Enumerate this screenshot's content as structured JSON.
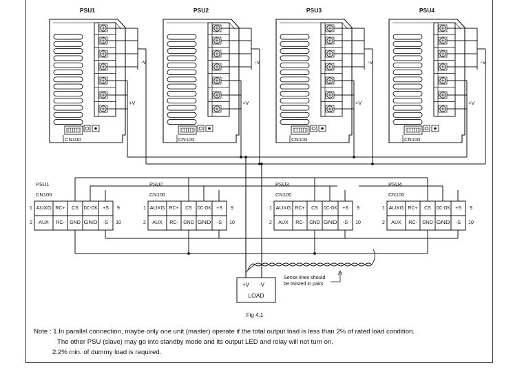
{
  "psus": [
    {
      "title": "PSU1",
      "neg_label": "-V",
      "pos_label": "+V",
      "connector": "CN100"
    },
    {
      "title": "PSU2",
      "neg_label": "-V",
      "pos_label": "+V",
      "connector": "CN100"
    },
    {
      "title": "PSU3",
      "neg_label": "-V",
      "pos_label": "+V",
      "connector": "CN100"
    },
    {
      "title": "PSU4",
      "neg_label": "-V",
      "pos_label": "+V",
      "connector": "CN100"
    }
  ],
  "connectors": [
    {
      "psu": "PSU1",
      "name": "CN100"
    },
    {
      "psu": "PSU2",
      "name": "CN100"
    },
    {
      "psu": "PSU3",
      "name": "CN100"
    },
    {
      "psu": "PSU4",
      "name": "CN100"
    }
  ],
  "pin_rows": {
    "top": {
      "left_num": "1",
      "right_num": "9",
      "cells": [
        "AUXG",
        "RC+",
        "CS",
        "DC-OK",
        "+S"
      ]
    },
    "bottom": {
      "left_num": "2",
      "right_num": "10",
      "cells": [
        "AUX",
        "RC-",
        "GND",
        "GND",
        "-S"
      ]
    }
  },
  "load": {
    "label": "LOAD",
    "plus": "+V",
    "minus": "-V"
  },
  "sense_note": [
    "Sense lines should",
    "be twisted in pairs"
  ],
  "figure_caption": "Fig 4.1",
  "note": {
    "prefix": "Note : ",
    "line1": "1.In parallel connection, maybe only one unit (master) operate if the total output load is less than 2% of rated load condition.",
    "line2": "The other PSU (slave) may go into standby mode and its output LED and relay will not turn on.",
    "line3": "2.2% min. of dummy load is required."
  }
}
